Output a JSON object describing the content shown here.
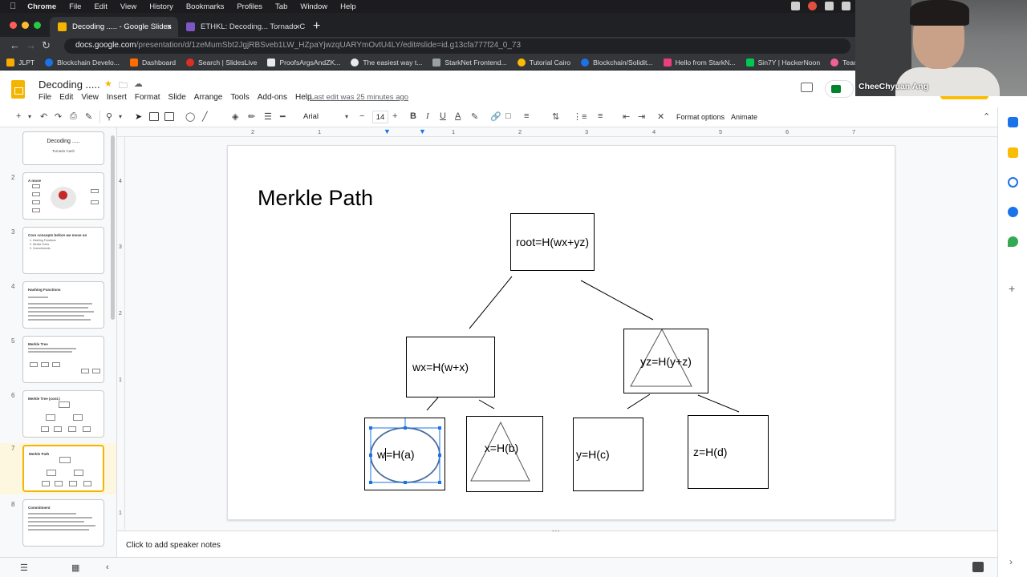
{
  "mac_menu": {
    "app": "Chrome",
    "items": [
      "File",
      "Edit",
      "View",
      "History",
      "Bookmarks",
      "Profiles",
      "Tab",
      "Window",
      "Help"
    ]
  },
  "browser": {
    "tabs": [
      {
        "label": "Decoding ..... - Google Slides",
        "favicon_color": "#f4b400"
      },
      {
        "label": "ETHKL: Decoding... Tornado C",
        "favicon_color": "#7e57c2"
      }
    ],
    "url": {
      "host": "docs.google.com",
      "path": "/presentation/d/1zeMumSbt2JgjRBSveb1LW_HZpaYjwzqUARYmOvtU4LY/edit#slide=id.g13cfa777f24_0_73"
    },
    "bookmarks": [
      {
        "label": "JLPT",
        "color": "#f9ab00"
      },
      {
        "label": "Blockchain Develo...",
        "color": "#1a73e8"
      },
      {
        "label": "Dashboard",
        "color": "#ff6d00"
      },
      {
        "label": "Search | SlidesLive",
        "color": "#d93025"
      },
      {
        "label": "ProofsArgsAndZK...",
        "color": "#e8eaed"
      },
      {
        "label": "The easiest way t...",
        "color": "#e8eaed"
      },
      {
        "label": "StarkNet Frontend...",
        "color": "#9aa0a6"
      },
      {
        "label": "Tutorial Cairo",
        "color": "#fbbc04"
      },
      {
        "label": "Blockchain/Solidit...",
        "color": "#1a73e8"
      },
      {
        "label": "Hello from StarkN...",
        "color": "#ec407a"
      },
      {
        "label": "Sin7Y | HackerNoon",
        "color": "#00c853"
      },
      {
        "label": "Teach Yours",
        "color": "#f06292"
      }
    ]
  },
  "app": {
    "doc_title": "Decoding .....",
    "menus": [
      "File",
      "Edit",
      "View",
      "Insert",
      "Format",
      "Slide",
      "Arrange",
      "Tools",
      "Add-ons",
      "Help"
    ],
    "last_edit": "Last edit was 25 minutes ago"
  },
  "toolbar": {
    "font": "Arial",
    "font_size": "14",
    "format_options": "Format options",
    "animate": "Animate"
  },
  "ruler": {
    "h_labels": [
      "2",
      "1",
      "1",
      "2",
      "3",
      "4",
      "5",
      "6",
      "7"
    ],
    "v_labels": [
      "4",
      "3",
      "2",
      "1",
      "1"
    ]
  },
  "filmstrip": {
    "slides": [
      {
        "num": "",
        "title": "Decoding .....",
        "subtitle": "Tornado Cash"
      },
      {
        "num": "2",
        "title": "A move"
      },
      {
        "num": "3",
        "title": "Core concepts before we move on",
        "bullets": [
          "1. Hashing Functions",
          "2. Merkle Trees",
          "3. Commitments"
        ]
      },
      {
        "num": "4",
        "title": "Hashing Functions"
      },
      {
        "num": "5",
        "title": "Merkle Tree"
      },
      {
        "num": "6",
        "title": "Merkle Tree (cont.)"
      },
      {
        "num": "7",
        "title": "Merkle Path"
      },
      {
        "num": "8",
        "title": "Commitment"
      }
    ],
    "current": 6
  },
  "slide": {
    "title": "Merkle Path",
    "nodes": {
      "root": "root=H(wx+yz)",
      "wx": "wx=H(w+x)",
      "yz": "yz=H(y+z)",
      "w": "w",
      "w_rest": "=H(a)",
      "x": "x=H(b)",
      "y": "y=H(c)",
      "z": "z=H(d)"
    }
  },
  "notes": {
    "placeholder": "Click to add speaker notes"
  },
  "webcam": {
    "name": "CheeChyuan Ang"
  }
}
